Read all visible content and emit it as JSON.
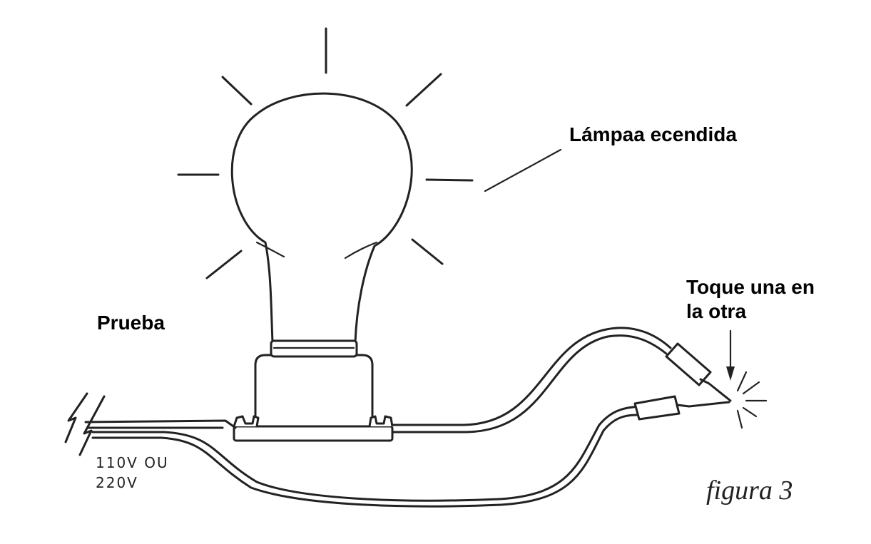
{
  "labels": {
    "lamp_on": "Lámpaa ecendida",
    "test": "Prueba",
    "touch_line1": "Toque una en",
    "touch_line2": "la otra",
    "voltage_line1": "110V  OU",
    "voltage_line2": "220V",
    "figure_caption": "figura 3"
  }
}
